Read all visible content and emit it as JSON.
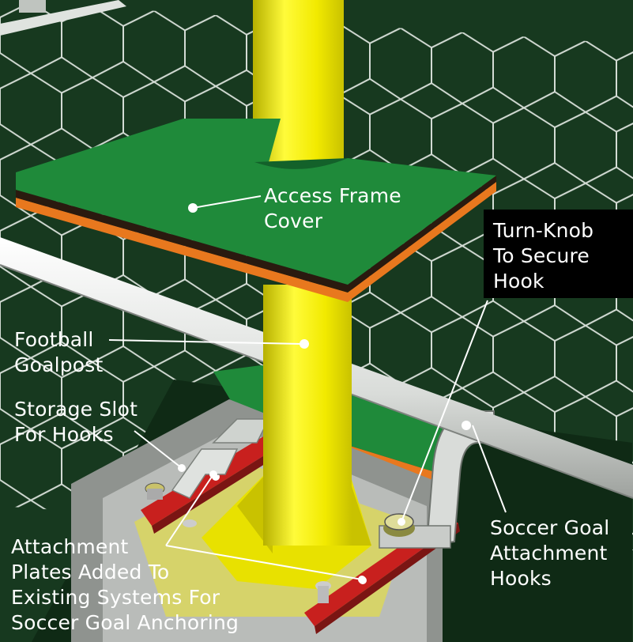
{
  "colors": {
    "background": "#17391f",
    "goalpost": "#f2ea00",
    "cover_green": "#1f8a3a",
    "cover_edge_orange": "#e8781e",
    "plate_red": "#c8201e",
    "label_text": "#ffffff",
    "callout_box": "#000000"
  },
  "labels": {
    "access_frame_cover": [
      "Access Frame",
      "Cover"
    ],
    "football_goalpost": [
      "Football",
      "Goalpost"
    ],
    "storage_slot": [
      "Storage Slot",
      "For Hooks"
    ],
    "turn_knob": [
      "Turn-Knob",
      "To Secure",
      "Hook"
    ],
    "soccer_hooks": [
      "Soccer Goal",
      "Attachment",
      "Hooks"
    ],
    "attachment_plates": [
      "Attachment",
      "Plates Added To",
      "Existing Systems For",
      "Soccer Goal Anchoring"
    ]
  },
  "icons": [
    "goalpost",
    "access-frame-cover",
    "hex-net",
    "rail",
    "soccer-goal-hook",
    "turn-knob",
    "storage-slot-hook",
    "attachment-plate"
  ]
}
